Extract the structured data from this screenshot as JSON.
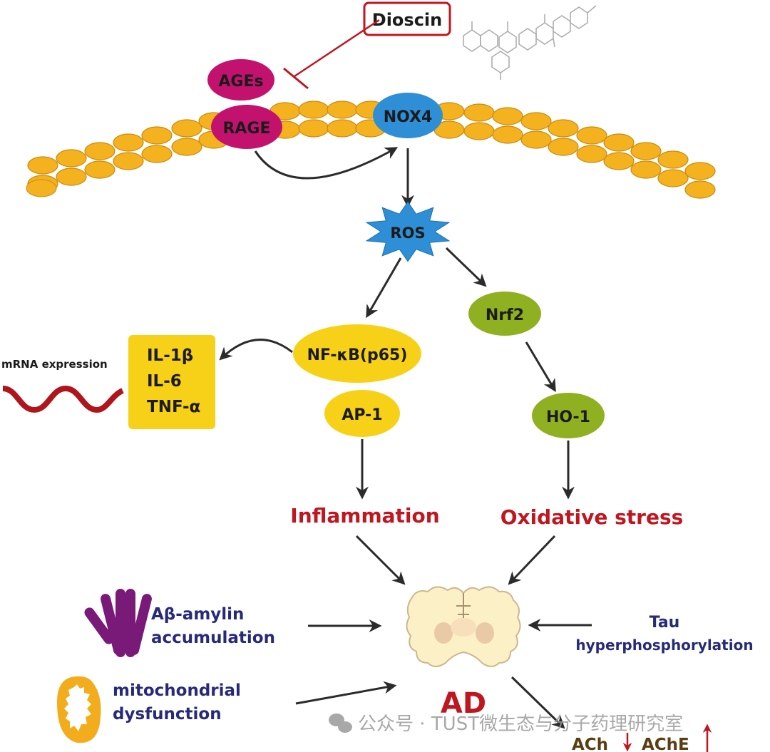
{
  "title": "Dioscin mechanism in Alzheimer's disease via AGEs/RAGE/NOX4 pathway",
  "drug": {
    "label": "Dioscin",
    "structure_icon": "dioscin-molecule-structure-icon"
  },
  "membrane": {
    "icon": "cell-membrane-lipid-bilayer-icon",
    "receptors": [
      {
        "id": "ages",
        "label": "AGEs",
        "color": "#c2126e"
      },
      {
        "id": "rage",
        "label": "RAGE",
        "color": "#c2126e"
      },
      {
        "id": "nox4",
        "label": "NOX4",
        "color": "#2e8fd6"
      }
    ],
    "lipid_color": "#f5b21f"
  },
  "nodes": {
    "ros": {
      "label": "ROS",
      "color": "#2e8fd6"
    },
    "nfkb": {
      "label": "NF-κB(p65)",
      "color": "#f7d117"
    },
    "ap1": {
      "label": "AP-1",
      "color": "#f7d117"
    },
    "nrf2": {
      "label": "Nrf2",
      "color": "#8fb020"
    },
    "ho1": {
      "label": "HO-1",
      "color": "#8fb020"
    },
    "cytokines": {
      "lines": [
        "IL-1β",
        "IL-6",
        "TNF-α"
      ],
      "color": "#f7d117"
    },
    "mrna": {
      "label": "mRNA expression",
      "color": "#b0141c"
    }
  },
  "outcomes": {
    "inflammation": "Inflammation",
    "oxidative_stress": "Oxidative stress",
    "ad": "AD"
  },
  "factors": {
    "abeta": {
      "lines": [
        "Aβ-amylin",
        "accumulation"
      ]
    },
    "mito": {
      "lines": [
        "mitochondrial",
        "dysfunction"
      ]
    },
    "tau": {
      "lines": [
        "Tau",
        "hyperphosphorylation"
      ]
    }
  },
  "markers": {
    "ach": "ACh",
    "ach_arrow": "↓",
    "ache": "AChE",
    "ache_arrow": "↑"
  },
  "watermark": {
    "text": "公众号 · TUST微生态与分子药理研究室",
    "icon": "wechat-icon"
  },
  "colors": {
    "arrow": "#2b2b2b",
    "inhibition": "#c0161f",
    "outcome_text": "#c0161f",
    "factor_text": "#262a78",
    "brain": "#fbf0c6",
    "abeta": "#7a1a78",
    "mito": "#f3ad1c"
  }
}
